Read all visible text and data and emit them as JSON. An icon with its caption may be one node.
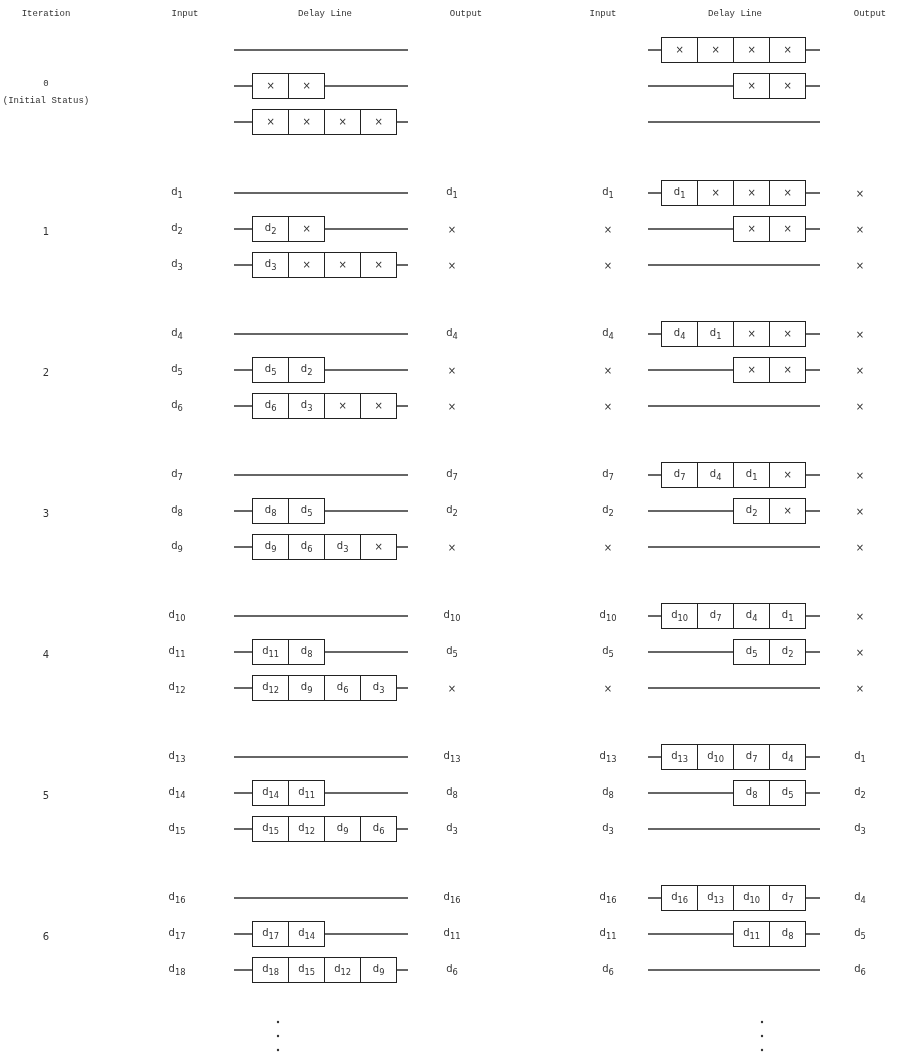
{
  "diagram": {
    "nodes": [
      {
        "text": [
          "×"
        ]
      },
      {
        "text": [
          "×"
        ]
      },
      {
        "text": [
          "×"
        ]
      },
      {
        "text": [
          "×"
        ]
      },
      {
        "text": [
          "×"
        ]
      },
      {
        "text": [
          "×"
        ]
      },
      {
        "text": [
          "×"
        ]
      },
      {
        "text": [
          "×"
        ]
      },
      {
        "text": [
          "×"
        ]
      },
      {
        "text": [
          "×"
        ]
      },
      {
        "text": [
          "×"
        ]
      },
      {
        "text": [
          "×"
        ]
      },
      {
        "text": [
          "d$_{1}$"
        ]
      },
      {
        "text": [
          "×"
        ]
      },
      {
        "text": [
          "×"
        ]
      },
      {
        "text": [
          "×"
        ]
      },
      {
        "text": [
          "d$_{2}$"
        ]
      },
      {
        "text": [
          "×"
        ]
      },
      {
        "text": [
          "×"
        ]
      },
      {
        "text": [
          "×"
        ]
      },
      {
        "text": [
          "d$_{3}$"
        ]
      },
      {
        "text": [
          "×"
        ]
      },
      {
        "text": [
          "×"
        ]
      },
      {
        "text": [
          "×"
        ]
      },
      {
        "text": [
          "d$_{4}$"
        ]
      },
      {
        "text": [
          "d$_{1}$"
        ]
      },
      {
        "text": [
          "×"
        ]
      },
      {
        "text": [
          "×"
        ]
      },
      {
        "text": [
          "d$_{5}$"
        ]
      },
      {
        "text": [
          "d$_{2}$"
        ]
      },
      {
        "text": [
          "×"
        ]
      },
      {
        "text": [
          "×"
        ]
      },
      {
        "text": [
          "d$_{6}$"
        ]
      },
      {
        "text": [
          "d$_{3}$"
        ]
      },
      {
        "text": [
          "×"
        ]
      },
      {
        "text": [
          "×"
        ]
      },
      {
        "text": [
          "d$_{7}$"
        ]
      },
      {
        "text": [
          "d$_{4}$"
        ]
      },
      {
        "text": [
          "d$_{1}$"
        ]
      },
      {
        "text": [
          "×"
        ]
      },
      {
        "text": [
          "d$_{8}$"
        ]
      },
      {
        "text": [
          "d$_{5}$"
        ]
      },
      {
        "text": [
          "d$_{2}$"
        ]
      },
      {
        "text": [
          "×"
        ]
      },
      {
        "text": [
          "d$_{9}$"
        ]
      },
      {
        "text": [
          "d$_{6}$"
        ]
      },
      {
        "text": [
          "d$_{3}$"
        ]
      },
      {
        "text": [
          "×"
        ]
      },
      {
        "text": [
          "d$_{10}$"
        ]
      },
      {
        "text": [
          "d$_{7}$"
        ]
      },
      {
        "text": [
          "d$_{4}$"
        ]
      },
      {
        "text": [
          "d$_{1}$"
        ]
      },
      {
        "text": [
          "d$_{11}$"
        ]
      },
      {
        "text": [
          "d$_{8}$"
        ]
      },
      {
        "text": [
          "d$_{5}$"
        ]
      },
      {
        "text": [
          "d$_{2}$"
        ]
      },
      {
        "text": [
          "d$_{12}$"
        ]
      },
      {
        "text": [
          "d$_{9}$"
        ]
      },
      {
        "text": [
          "d$_{6}$"
        ]
      },
      {
        "text": [
          "d$_{3}$"
        ]
      },
      {
        "text": [
          "d$_{13}$"
        ]
      },
      {
        "text": [
          "d$_{10}$"
        ]
      },
      {
        "text": [
          "d$_{7}$"
        ]
      },
      {
        "text": [
          "d$_{4}$"
        ]
      },
      {
        "text": [
          "d$_{14}$"
        ]
      },
      {
        "text": [
          "d$_{11}$"
        ]
      },
      {
        "text": [
          "d$_{8}$"
        ]
      },
      {
        "text": [
          "d$_{5}$"
        ]
      },
      {
        "text": [
          "d$_{15}$"
        ]
      },
      {
        "text": [
          "d$_{12}$"
        ]
      },
      {
        "text": [
          "d$_{9}$"
        ]
      },
      {
        "text": [
          "d$_{6}$"
        ]
      },
      {
        "text": [
          "d$_{16}$"
        ]
      },
      {
        "text": [
          "d$_{13}$"
        ]
      },
      {
        "text": [
          "d$_{10}$"
        ]
      },
      {
        "text": [
          "d$_{7}$"
        ]
      },
      {
        "text": [
          "d$_{17}$"
        ]
      },
      {
        "text": [
          "d$_{14}$"
        ]
      },
      {
        "text": [
          "d$_{11}$"
        ]
      },
      {
        "text": [
          "d$_{8}$"
        ]
      },
      {
        "text": [
          "d$_{18}$"
        ]
      },
      {
        "text": [
          "d$_{15}$"
        ]
      },
      {
        "text": [
          "d$_{12}$"
        ]
      },
      {
        "text": [
          "d$_{9}$"
        ]
      }
    ],
    "labels": [
      "Iteration",
      "Input",
      "Delay Line",
      "Output",
      "Input",
      "Delay Line",
      "Output",
      "0",
      "(Initial Status)",
      "1",
      "d$_{1}$",
      "d$_{1}$",
      "d$_{1}$",
      "×",
      "d$_{2}$",
      "×",
      "×",
      "×",
      "d$_{3}$",
      "×",
      "×",
      "×",
      "2",
      "d$_{4}$",
      "d$_{4}$",
      "d$_{4}$",
      "×",
      "d$_{5}$",
      "×",
      "×",
      "×",
      "d$_{6}$",
      "×",
      "×",
      "×",
      "3",
      "d$_{7}$",
      "d$_{7}$",
      "d$_{7}$",
      "×",
      "d$_{8}$",
      "d$_{2}$",
      "d$_{2}$",
      "×",
      "d$_{9}$",
      "×",
      "×",
      "×",
      "4",
      "d$_{10}$",
      "d$_{10}$",
      "d$_{10}$",
      "×",
      "d$_{11}$",
      "d$_{5}$",
      "d$_{5}$",
      "×",
      "d$_{12}$",
      "×",
      "×",
      "×",
      "5",
      "d$_{13}$",
      "d$_{13}$",
      "d$_{13}$",
      "d$_{1}$",
      "d$_{14}$",
      "d$_{8}$",
      "d$_{8}$",
      "d$_{2}$",
      "d$_{15}$",
      "d$_{3}$",
      "d$_{3}$",
      "d$_{3}$",
      "6",
      "d$_{16}$",
      "d$_{16}$",
      "d$_{16}$",
      "d$_{4}$",
      "d$_{17}$",
      "d$_{11}$",
      "d$_{11}$",
      "d$_{5}$",
      "d$_{18}$",
      "d$_{6}$",
      "d$_{6}$",
      "d$_{6}$"
    ]
  }
}
